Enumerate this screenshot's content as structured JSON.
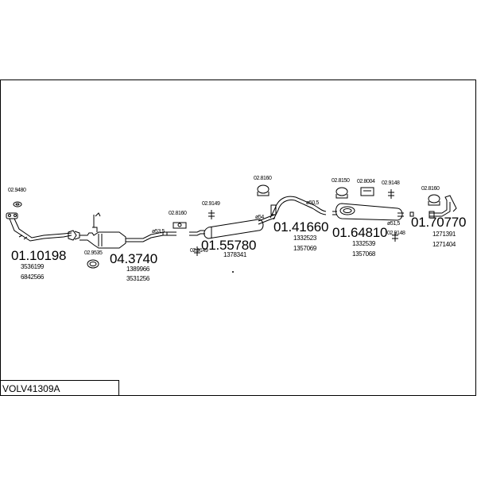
{
  "model": "VOLV41309A",
  "parts": {
    "p1": "01.10198",
    "p2": "04.3740",
    "p3": "01.55780",
    "p4": "01.41660",
    "p5": "01.64810",
    "p6": "01.70770"
  },
  "refs": {
    "p1a": "3536199",
    "p1b": "6842566",
    "p2a": "1389966",
    "p2b": "3531256",
    "p3a": "1378341",
    "p4a": "1332523",
    "p4b": "1357069",
    "p5a": "1332539",
    "p5b": "1357068",
    "p6a": "1271391",
    "p6b": "1271404"
  },
  "accessories": {
    "a1": "02.9480",
    "a2": "02.9535",
    "a3": "02.8160",
    "a4": "02.9149",
    "a5": "02.9149",
    "a6": "02.8160",
    "a7": "02.8150",
    "a8": "02.8004",
    "a9": "02.9148",
    "a10": "02.9148",
    "a11": "02.8160"
  },
  "diameters": {
    "d1": "ø53,5",
    "d2": "ø54",
    "d3": "ø50,5",
    "d4": "ø51,5"
  }
}
